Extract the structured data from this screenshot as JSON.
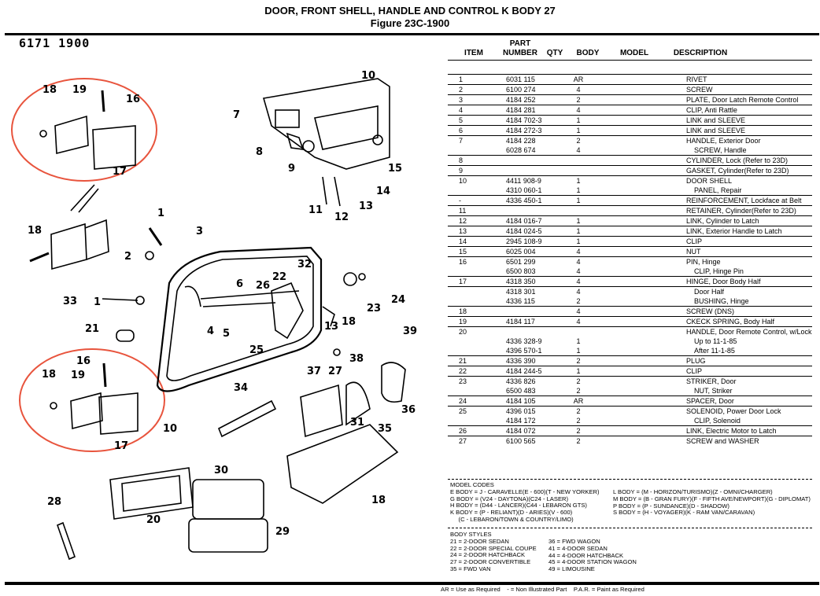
{
  "header": {
    "title": "DOOR, FRONT SHELL, HANDLE AND CONTROL K BODY 27",
    "figure": "Figure 23C-1900"
  },
  "diagram": {
    "figure_number": "6171 1900",
    "callouts": [
      "18",
      "19",
      "16",
      "17",
      "10",
      "7",
      "8",
      "9",
      "15",
      "14",
      "13",
      "11",
      "12",
      "1",
      "18",
      "2",
      "33",
      "3",
      "32",
      "6",
      "26",
      "22",
      "4",
      "5",
      "13",
      "18",
      "25",
      "23",
      "24",
      "1",
      "21",
      "39",
      "16",
      "18",
      "19",
      "27",
      "38",
      "37",
      "34",
      "36",
      "17",
      "10",
      "35",
      "31",
      "30",
      "20",
      "28",
      "29",
      "18"
    ]
  },
  "table": {
    "headers": {
      "item": "ITEM",
      "part": "PART\nNUMBER",
      "qty": "QTY",
      "body": "BODY",
      "model": "MODEL",
      "desc": "DESCRIPTION"
    },
    "rows": [
      {
        "item": "1",
        "part": "6031 115",
        "qty": "AR",
        "desc": "RIVET",
        "indent": false,
        "sep": true
      },
      {
        "item": "2",
        "part": "6100 274",
        "qty": "4",
        "desc": "SCREW",
        "indent": false,
        "sep": true
      },
      {
        "item": "3",
        "part": "4184 252",
        "qty": "2",
        "desc": "PLATE, Door Latch Remote Control",
        "indent": false,
        "sep": true
      },
      {
        "item": "4",
        "part": "4184 281",
        "qty": "4",
        "desc": "CLIP, Anti Rattle",
        "indent": false,
        "sep": true
      },
      {
        "item": "5",
        "part": "4184 702-3",
        "qty": "1",
        "desc": "LINK and SLEEVE",
        "indent": false,
        "sep": true
      },
      {
        "item": "6",
        "part": "4184 272-3",
        "qty": "1",
        "desc": "LINK and SLEEVE",
        "indent": false,
        "sep": true
      },
      {
        "item": "7",
        "part": "4184 228",
        "qty": "2",
        "desc": "HANDLE, Exterior Door",
        "indent": false,
        "sep": true
      },
      {
        "item": "",
        "part": "6028 674",
        "qty": "4",
        "desc": "SCREW, Handle",
        "indent": true,
        "sep": false
      },
      {
        "item": "8",
        "part": "",
        "qty": "",
        "desc": "CYLINDER, Lock (Refer to 23D)",
        "indent": false,
        "sep": true
      },
      {
        "item": "9",
        "part": "",
        "qty": "",
        "desc": "GASKET, Cylinder(Refer to 23D)",
        "indent": false,
        "sep": true
      },
      {
        "item": "10",
        "part": "4411 908-9",
        "qty": "1",
        "desc": "DOOR SHELL",
        "indent": false,
        "sep": true
      },
      {
        "item": "",
        "part": "4310 060-1",
        "qty": "1",
        "desc": "PANEL, Repair",
        "indent": true,
        "sep": false
      },
      {
        "item": "-",
        "part": "4336 450-1",
        "qty": "1",
        "desc": "REINFORCEMENT, Lockface at Belt",
        "indent": false,
        "sep": true
      },
      {
        "item": "11",
        "part": "",
        "qty": "",
        "desc": "RETAINER, Cylinder(Refer to 23D)",
        "indent": false,
        "sep": true
      },
      {
        "item": "12",
        "part": "4184 016-7",
        "qty": "1",
        "desc": "LINK, Cylinder to Latch",
        "indent": false,
        "sep": true
      },
      {
        "item": "13",
        "part": "4184 024-5",
        "qty": "1",
        "desc": "LINK, Exterior Handle to Latch",
        "indent": false,
        "sep": true
      },
      {
        "item": "14",
        "part": "2945 108-9",
        "qty": "1",
        "desc": "CLIP",
        "indent": false,
        "sep": true
      },
      {
        "item": "15",
        "part": "6025 004",
        "qty": "4",
        "desc": "NUT",
        "indent": false,
        "sep": true
      },
      {
        "item": "16",
        "part": "6501 299",
        "qty": "4",
        "desc": "PIN, Hinge",
        "indent": false,
        "sep": true
      },
      {
        "item": "",
        "part": "6500 803",
        "qty": "4",
        "desc": "CLIP, Hinge Pin",
        "indent": true,
        "sep": false
      },
      {
        "item": "17",
        "part": "4318 350",
        "qty": "4",
        "desc": "HINGE, Door Body Half",
        "indent": false,
        "sep": true
      },
      {
        "item": "",
        "part": "4318 301",
        "qty": "4",
        "desc": "Door Half",
        "indent": true,
        "sep": true
      },
      {
        "item": "",
        "part": "4336 115",
        "qty": "2",
        "desc": "BUSHING, Hinge",
        "indent": true,
        "sep": false
      },
      {
        "item": "18",
        "part": "",
        "qty": "4",
        "desc": "SCREW (DNS)",
        "indent": false,
        "sep": true
      },
      {
        "item": "19",
        "part": "4184 117",
        "qty": "4",
        "desc": "CKECK SPRING, Body Half",
        "indent": false,
        "sep": true
      },
      {
        "item": "20",
        "part": "",
        "qty": "",
        "desc": "HANDLE, Door Remote Control, w/Lock",
        "indent": false,
        "sep": true
      },
      {
        "item": "",
        "part": "4336 328-9",
        "qty": "1",
        "desc": "Up to 11-1-85",
        "indent": true,
        "sep": false
      },
      {
        "item": "",
        "part": "4396 570-1",
        "qty": "1",
        "desc": "After 11-1-85",
        "indent": true,
        "sep": false
      },
      {
        "item": "21",
        "part": "4336 390",
        "qty": "2",
        "desc": "PLUG",
        "indent": false,
        "sep": true
      },
      {
        "item": "22",
        "part": "4184 244-5",
        "qty": "1",
        "desc": "CLIP",
        "indent": false,
        "sep": true
      },
      {
        "item": "23",
        "part": "4336 826",
        "qty": "2",
        "desc": "STRIKER, Door",
        "indent": false,
        "sep": true
      },
      {
        "item": "",
        "part": "6500 483",
        "qty": "2",
        "desc": "NUT, Striker",
        "indent": true,
        "sep": false
      },
      {
        "item": "24",
        "part": "4184 105",
        "qty": "AR",
        "desc": "SPACER, Door",
        "indent": false,
        "sep": true
      },
      {
        "item": "25",
        "part": "4396 015",
        "qty": "2",
        "desc": "SOLENOID, Power Door Lock",
        "indent": false,
        "sep": true
      },
      {
        "item": "",
        "part": "4184 172",
        "qty": "2",
        "desc": "CLIP, Solenoid",
        "indent": true,
        "sep": false
      },
      {
        "item": "26",
        "part": "4184 072",
        "qty": "2",
        "desc": "LINK, Electric Motor to Latch",
        "indent": false,
        "sep": true
      },
      {
        "item": "27",
        "part": "6100 565",
        "qty": "2",
        "desc": "SCREW and WASHER",
        "indent": false,
        "sep": true
      }
    ]
  },
  "model_codes": {
    "heading": "MODEL CODES",
    "left": [
      "E BODY = J - CARAVELLE(E - 600)(T - NEW YORKER)",
      "G BODY = (V24 - DAYTONA)(C24 - LASER)",
      "H BODY = (D44 - LANCER)(C44 - LEBARON GTS)",
      "K BODY = (P - RELIANT)(D - ARIES)(V - 600)",
      "     (C - LEBARON/TOWN & COUNTRY/LIMO)"
    ],
    "right": [
      "L BODY = (M - HORIZON/TURISMO)(Z - OMNI/CHARGER)",
      "M BODY = (B - GRAN FURY)(F - FIFTH AVE/NEWPORT)(G - DIPLOMAT)",
      "P BODY = (P - SUNDANCE)(D - SHADOW)",
      "S BODY = (H - VOYAGER)(K - RAM VAN/CARAVAN)"
    ]
  },
  "body_styles": {
    "heading": "BODY STYLES",
    "left": [
      "21 = 2-DOOR SEDAN",
      "22 = 2-DOOR SPECIAL COUPE",
      "24 = 2-DOOR HATCHBACK",
      "27 = 2-DOOR CONVERTIBLE",
      "35 = FWD VAN"
    ],
    "right": [
      "36 = FWD WAGON",
      "41 = 4-DOOR SEDAN",
      "44 = 4-DOOR HATCHBACK",
      "45 = 4-DOOR STATION WAGON",
      "49 = LIMOUSINE"
    ]
  },
  "legend": "AR = Use as Required    - = Non Illustrated Part    P.A.R. = Paint as Required"
}
